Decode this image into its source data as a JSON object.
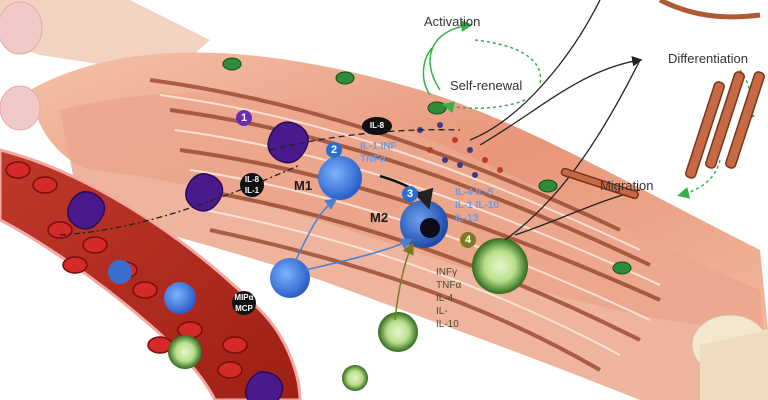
{
  "labels": {
    "activation": "Activation",
    "self_renewal": "Self-renewal",
    "differentiation": "Differentiation",
    "migration": "Migration",
    "m1": "M1",
    "m2": "M2"
  },
  "steps": [
    "1",
    "2",
    "3",
    "4"
  ],
  "chips": {
    "il8": "IL-8",
    "il8_il1": [
      "IL-8",
      "IL-1"
    ],
    "mipa_mcp": [
      "MIPα",
      "MCP"
    ]
  },
  "cytokines": {
    "m1": [
      "IL-1 INF",
      "TNFα"
    ],
    "m2": [
      "IL-4 IL-5",
      "IL-1 IL-10",
      "IL-13"
    ],
    "step4": [
      "INFγ",
      "TNFα",
      "IL-4",
      "IL-",
      "IL-10"
    ]
  },
  "colors": {
    "muscle": "#e8967a",
    "vessel": "#c0392b",
    "satellite_cell": "#2e8b3a",
    "monocyte": "#4a1a8c",
    "macrophage": "#2a5fc9",
    "cycle_arrow": "#33b24a"
  }
}
